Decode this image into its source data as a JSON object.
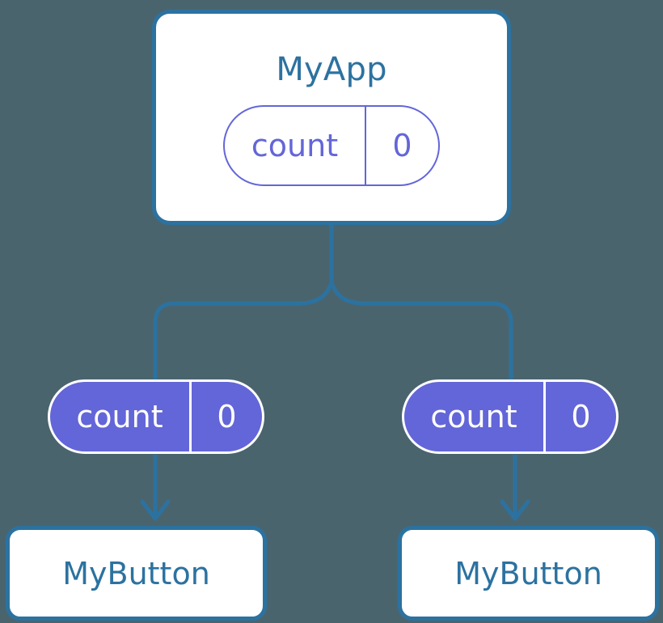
{
  "diagram": {
    "type": "component-tree",
    "background_color": "#4a646e",
    "accent_border_color": "#2c72a0",
    "state_color": "#6366d8",
    "surface_color": "#ffffff",
    "root": {
      "title": "MyApp",
      "state": {
        "key": "count",
        "value": "0"
      }
    },
    "children": [
      {
        "state": {
          "key": "count",
          "value": "0"
        },
        "title": "MyButton"
      },
      {
        "state": {
          "key": "count",
          "value": "0"
        },
        "title": "MyButton"
      }
    ]
  }
}
